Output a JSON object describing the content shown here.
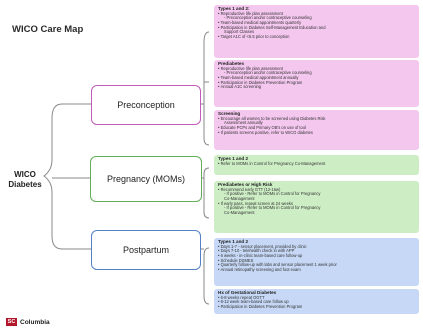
{
  "title": "WICO Care Map",
  "root": "WICO Diabetes",
  "nodes": {
    "preconception": "Preconception",
    "pregnancy": "Pregnancy (MOMs)",
    "postpartum": "Postpartum"
  },
  "boxes": {
    "pre_types12": {
      "heading": "Types 1 and 2:",
      "items": [
        "Reproductive life plan assessment",
        "- Preconception and/or contraceptive counseling",
        "Team-based medical appointments quarterly",
        "Participation in Diabetes Self-Management Education and",
        "Support Classes",
        "Target A1C of <6.5 prior to conception"
      ]
    },
    "pre_prediabetes": {
      "heading": "Prediabetes",
      "items": [
        "Reproductive life plan assessment",
        "- Preconception and/or contraceptive counseling",
        "Team-based medical appointment annually",
        "Participation in Diabetes Prevention Program",
        "Annual A1C screening"
      ]
    },
    "pre_screening": {
      "heading": "Screening",
      "items": [
        "Encourage all women to be screened using Diabetes Risk",
        "Assessment annually",
        "Educate PCPs and Primary OB's on use of tool",
        "If patients screens positive, refer to WICO diabetes"
      ]
    },
    "preg_types12": {
      "heading": "Types 1 and 2",
      "items": [
        "Refer to MOMs in Control for Pregnancy Co-Management"
      ]
    },
    "preg_highrisk": {
      "heading": "Prediabetes or High Risk",
      "items": [
        "Recommend early GTT (12-16w)",
        "- If positive - Refer to MOMs in Control for Pregnancy",
        "Co-Management",
        "If early pass, repeat screen at 24 weeks",
        "- If positive - Refer to MOMs in Control for Pregnancy",
        "Co-Management"
      ]
    },
    "post_types12": {
      "heading": "Types 1 and 2",
      "items": [
        "Days 1-7 - sensor placement, provided by clinic",
        "Days 7-10 - telehealth check in with APP",
        "6 weeks - in-clinic team-based care follow-up",
        "Schedule DSMES",
        "Quarterly follow-up with labs and sensor placement 1 week prior",
        "Annual retinopathy screening and foot exam"
      ]
    },
    "post_gestational": {
      "heading": "Hx of Gestational Diabetes",
      "items": [
        "6-8 weeks repeat OGTT",
        "8-12 week team-based care follow up",
        "Participation in Diabetes Prevention Program"
      ]
    }
  },
  "footer": {
    "logo_text": "SC",
    "org": "Columbia"
  },
  "colors": {
    "preconception": "#c25ab8",
    "pregnancy": "#62ad58",
    "postpartum": "#5580c4",
    "pink_fill": "#f4c7ef",
    "green_fill": "#cdeec5",
    "blue_fill": "#c6d8f5"
  }
}
